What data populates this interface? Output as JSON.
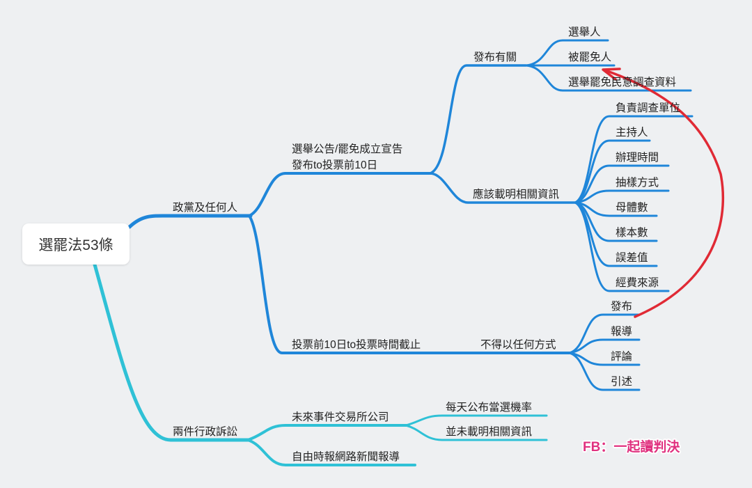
{
  "root": {
    "label": "選罷法53條"
  },
  "branches": {
    "party": {
      "label": "政黨及任何人",
      "announce": {
        "line1": "選舉公告/罷免成立宣告",
        "line2": "發布to投票前10日",
        "publish": {
          "label": "發布有關",
          "items": [
            "選舉人",
            "被罷免人",
            "選舉罷免民意調查資料"
          ]
        },
        "specify": {
          "label": "應該載明相關資訊",
          "items": [
            "負責調查單位",
            "主持人",
            "辦理時間",
            "抽樣方式",
            "母體數",
            "樣本數",
            "誤差值",
            "經費來源"
          ]
        }
      },
      "before_vote": {
        "label": "投票前10日to投票時間截止",
        "forbid": {
          "label": "不得以任何方式",
          "items": [
            "發布",
            "報導",
            "評論",
            "引述"
          ]
        }
      }
    },
    "lawsuits": {
      "label": "兩件行政訴訟",
      "future": {
        "label": "未來事件交易所公司",
        "items": [
          "每天公布當選機率",
          "並未載明相關資訊"
        ]
      },
      "news": {
        "label": "自由時報網路新聞報導"
      }
    }
  },
  "credit": "FB：一起讀判決",
  "colors": {
    "blue": "#1f86d9",
    "teal": "#2fc1d6",
    "red_arrow": "#e02a35",
    "credit": "#e0317f"
  }
}
